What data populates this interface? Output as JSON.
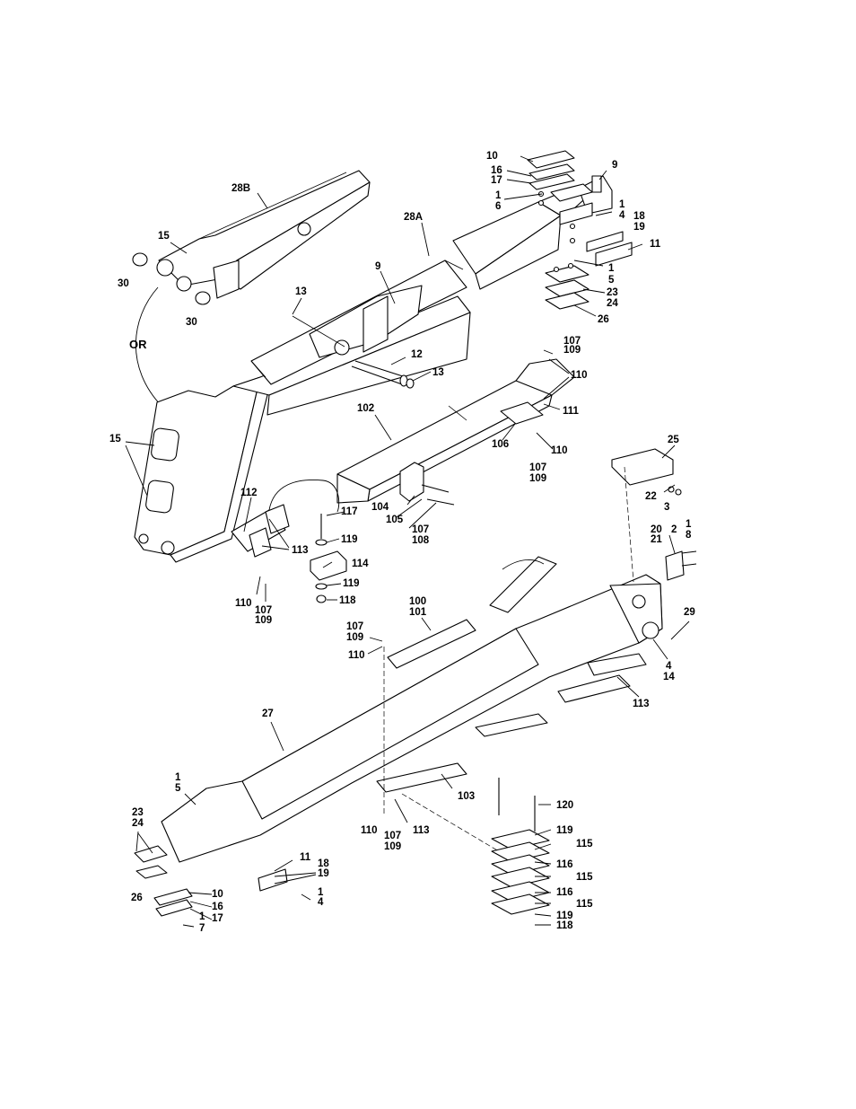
{
  "callouts": {
    "c1": "10",
    "c2": "16",
    "c3": "17",
    "c4": "9",
    "c5": "28B",
    "c6": "1",
    "c7": "6",
    "c8": "1",
    "c9": "4",
    "c10": "18",
    "c11": "19",
    "c12": "28A",
    "c13": "15",
    "c14": "11",
    "c15": "30",
    "c16": "1",
    "c17": "5",
    "c18": "9",
    "c19": "13",
    "c20": "23",
    "c21": "24",
    "c22": "30",
    "c23": "26",
    "c24": "OR",
    "c25": "107",
    "c26": "109",
    "c27": "12",
    "c28": "13",
    "c29": "110",
    "c30": "102",
    "c31": "111",
    "c32": "15",
    "c33": "106",
    "c34": "110",
    "c35": "25",
    "c36": "107",
    "c37": "109",
    "c38": "112",
    "c39": "104",
    "c40": "105",
    "c41": "22",
    "c42": "3",
    "c43": "117",
    "c44": "107",
    "c45": "108",
    "c46": "20",
    "c47": "21",
    "c48": "2",
    "c49": "1",
    "c50": "8",
    "c51": "113",
    "c52": "119",
    "c53": "114",
    "c54": "119",
    "c55": "110",
    "c56": "118",
    "c57": "107",
    "c58": "109",
    "c59": "100",
    "c60": "101",
    "c61": "29",
    "c62": "107",
    "c63": "109",
    "c64": "110",
    "c65": "4",
    "c66": "14",
    "c67": "113",
    "c68": "27",
    "c69": "1",
    "c70": "5",
    "c71": "103",
    "c72": "120",
    "c73": "23",
    "c74": "24",
    "c75": "110",
    "c76": "107",
    "c77": "109",
    "c78": "113",
    "c79": "119",
    "c80": "115",
    "c81": "11",
    "c82": "18",
    "c83": "19",
    "c84": "116",
    "c85": "115",
    "c86": "26",
    "c87": "1",
    "c88": "4",
    "c89": "10",
    "c90": "116",
    "c91": "16",
    "c92": "115",
    "c93": "1",
    "c94": "17",
    "c95": "7",
    "c96": "119",
    "c97": "118"
  }
}
